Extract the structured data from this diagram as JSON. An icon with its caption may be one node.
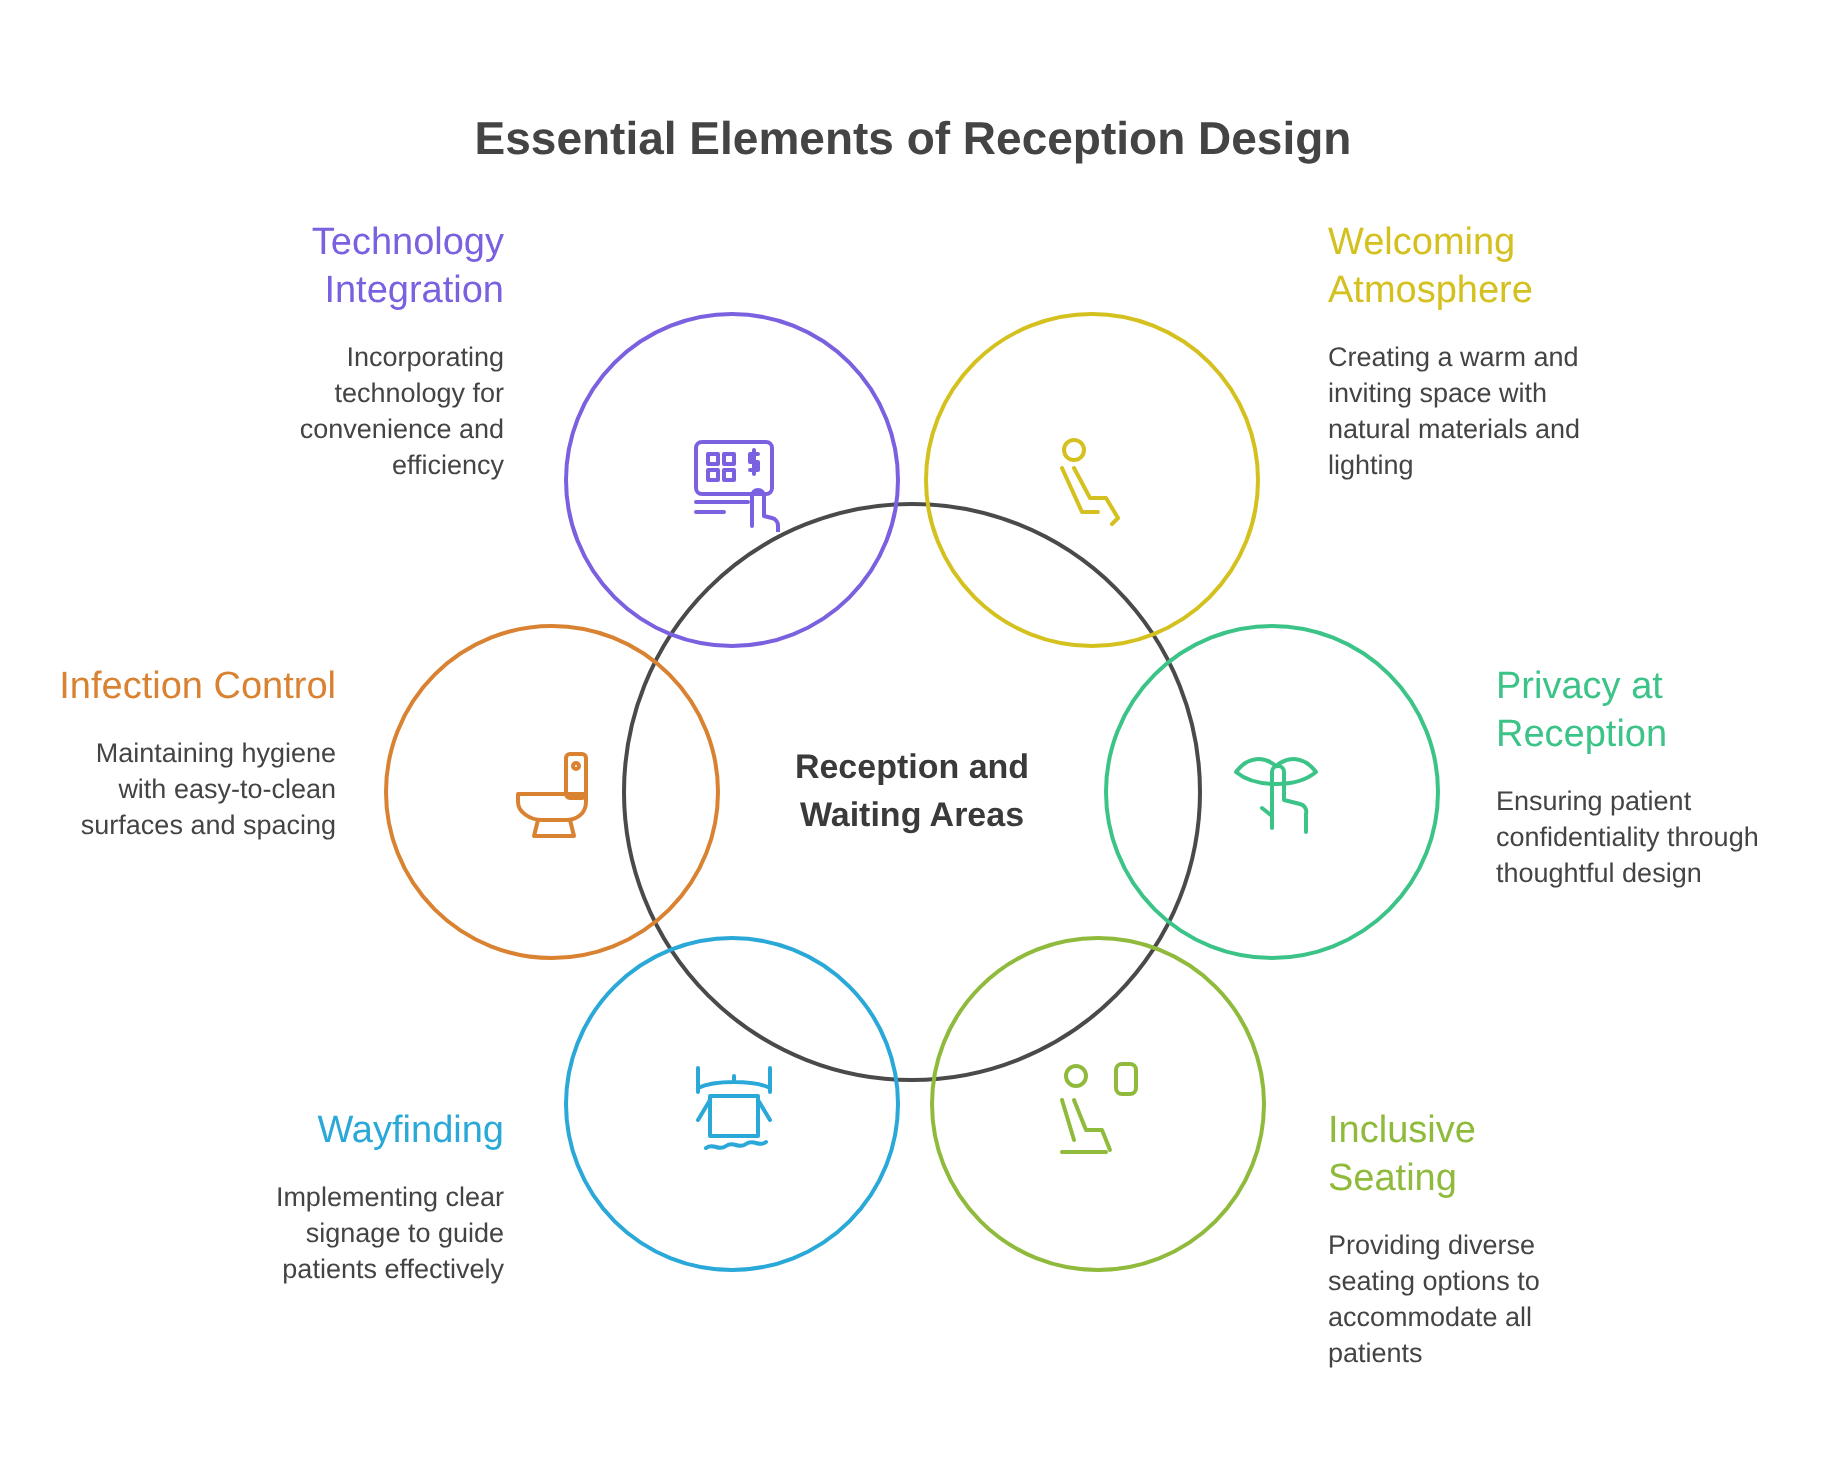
{
  "diagram": {
    "title": "Essential Elements of Reception Design",
    "nodes": [
      {
        "text": [
          "Reception and Waiting Areas"
        ]
      },
      {
        "text": [
          "Technology Integration",
          "Incorporating technology for convenience and efficiency"
        ]
      },
      {
        "text": [
          "Welcoming Atmosphere",
          "Creating a warm and inviting space with natural materials and lighting"
        ]
      },
      {
        "text": [
          "Privacy at Reception",
          "Ensuring patient confidentiality through thoughtful design"
        ]
      },
      {
        "text": [
          "Inclusive Seating",
          "Providing diverse seating options to accommodate all patients"
        ]
      },
      {
        "text": [
          "Wayfinding",
          "Implementing clear signage to guide patients effectively"
        ]
      },
      {
        "text": [
          "Infection Control",
          "Maintaining hygiene with easy-to-clean surfaces and spacing"
        ]
      }
    ]
  }
}
